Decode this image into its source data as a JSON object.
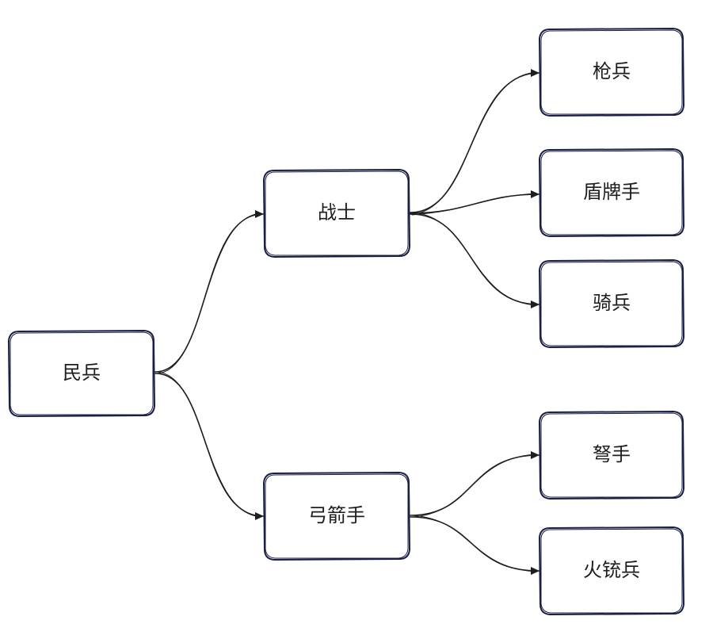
{
  "diagram": {
    "type": "tree",
    "direction": "left-to-right",
    "root": "民兵",
    "nodes": {
      "militia": "民兵",
      "warrior": "战士",
      "archer": "弓箭手",
      "spearman": "枪兵",
      "shieldbearer": "盾牌手",
      "cavalry": "骑兵",
      "crossbowman": "弩手",
      "musketeer": "火铳兵"
    },
    "edges": [
      [
        "militia",
        "warrior"
      ],
      [
        "militia",
        "archer"
      ],
      [
        "warrior",
        "spearman"
      ],
      [
        "warrior",
        "shieldbearer"
      ],
      [
        "warrior",
        "cavalry"
      ],
      [
        "archer",
        "crossbowman"
      ],
      [
        "archer",
        "musketeer"
      ]
    ],
    "colors": {
      "node_border": "#1b1f45",
      "edge": "#1e1e1e",
      "text": "#1e1e1e",
      "background": "#ffffff"
    }
  }
}
